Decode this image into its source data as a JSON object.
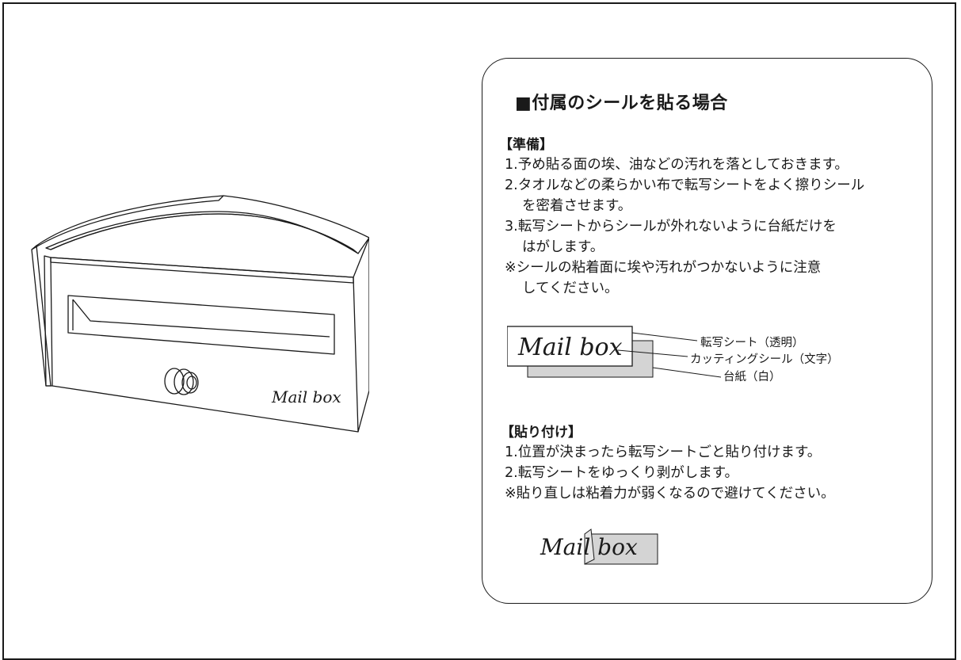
{
  "illustration": {
    "logo_text": "Mail box"
  },
  "panel": {
    "title": "■付属のシールを貼る場合",
    "preparation": {
      "heading": "【準備】",
      "steps": [
        {
          "line1": "1.予め貼る面の埃、油などの汚れを落としておきます。",
          "line2": ""
        },
        {
          "line1": "2.タオルなどの柔らかい布で転写シートをよく擦りシール",
          "line2": "を密着させます。"
        },
        {
          "line1": "3.転写シートからシールが外れないように台紙だけを",
          "line2": "はがします。"
        },
        {
          "line1": "※シールの粘着面に埃や汚れがつかないように注意",
          "line2": "してください。"
        }
      ]
    },
    "diagram": {
      "logo_text": "Mail box",
      "labels": {
        "transfer_sheet": "転写シート（透明）",
        "cutting_sticker": "カッティングシール（文字）",
        "backing_paper": "台紙（白）"
      },
      "backing_color": "#d4d4d4"
    },
    "application": {
      "heading": "【貼り付け】",
      "steps": [
        "1.位置が決まったら転写シートごと貼り付けます。",
        "2.転写シートをゆっくり剥がします。",
        "※貼り直しは粘着力が弱くなるので避けてください。"
      ]
    },
    "peel": {
      "logo_text": "Mail box"
    }
  }
}
